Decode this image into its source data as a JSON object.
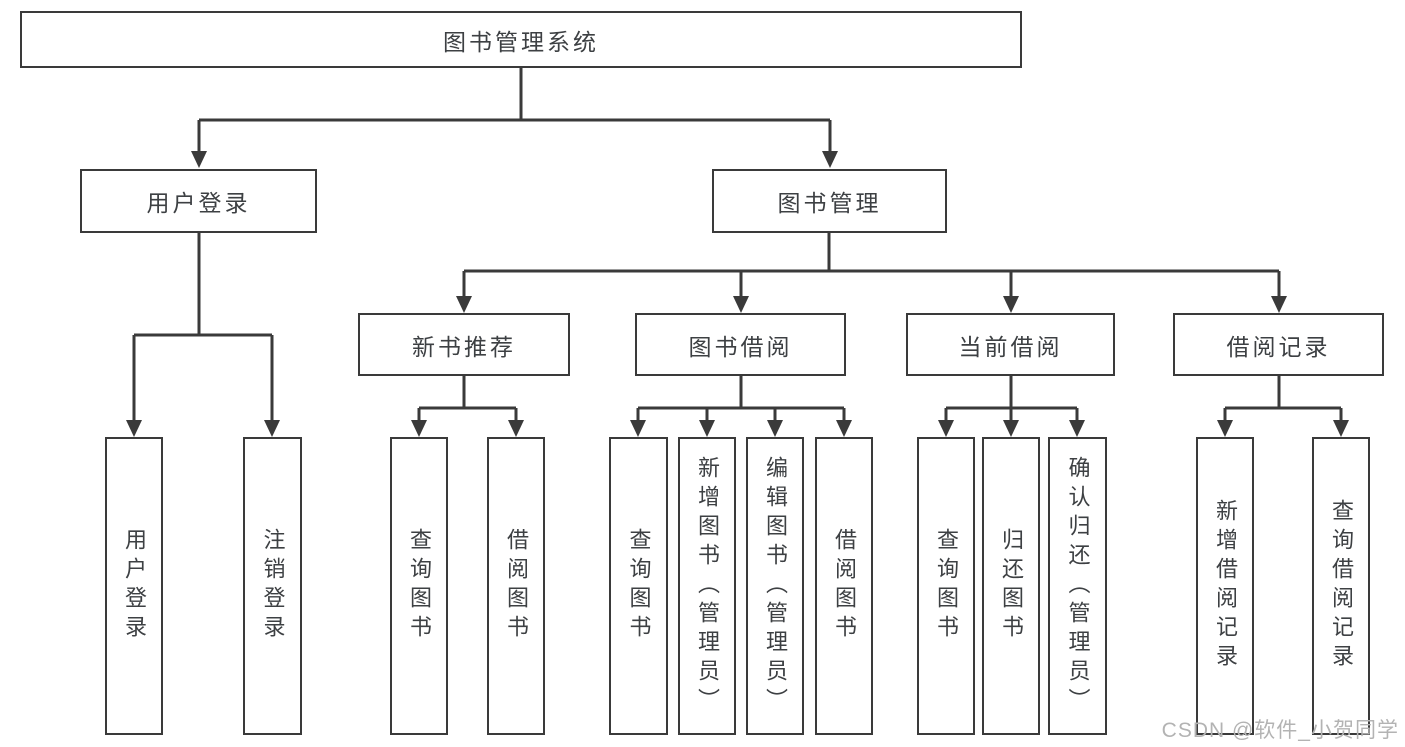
{
  "tree": {
    "root": {
      "label": "图书管理系统"
    },
    "branches": [
      {
        "label": "用户登录",
        "children": [
          {
            "label": "用户登录"
          },
          {
            "label": "注销登录"
          }
        ]
      },
      {
        "label": "图书管理",
        "groups": [
          {
            "label": "新书推荐",
            "children": [
              {
                "label": "查询图书"
              },
              {
                "label": "借阅图书"
              }
            ]
          },
          {
            "label": "图书借阅",
            "children": [
              {
                "label": "查询图书"
              },
              {
                "label": "新增图书（管理员）"
              },
              {
                "label": "编辑图书（管理员）"
              },
              {
                "label": "借阅图书"
              }
            ]
          },
          {
            "label": "当前借阅",
            "children": [
              {
                "label": "查询图书"
              },
              {
                "label": "归还图书"
              },
              {
                "label": "确认归还（管理员）"
              }
            ]
          },
          {
            "label": "借阅记录",
            "children": [
              {
                "label": "新增借阅记录"
              },
              {
                "label": "查询借阅记录"
              }
            ]
          }
        ]
      }
    ]
  },
  "watermark": {
    "text": "CSDN @软件_小贺同学"
  },
  "colors": {
    "line": "#3a3a3a",
    "text": "#3d4043",
    "watermark": "#b3b3b3",
    "background": "#ffffff"
  }
}
